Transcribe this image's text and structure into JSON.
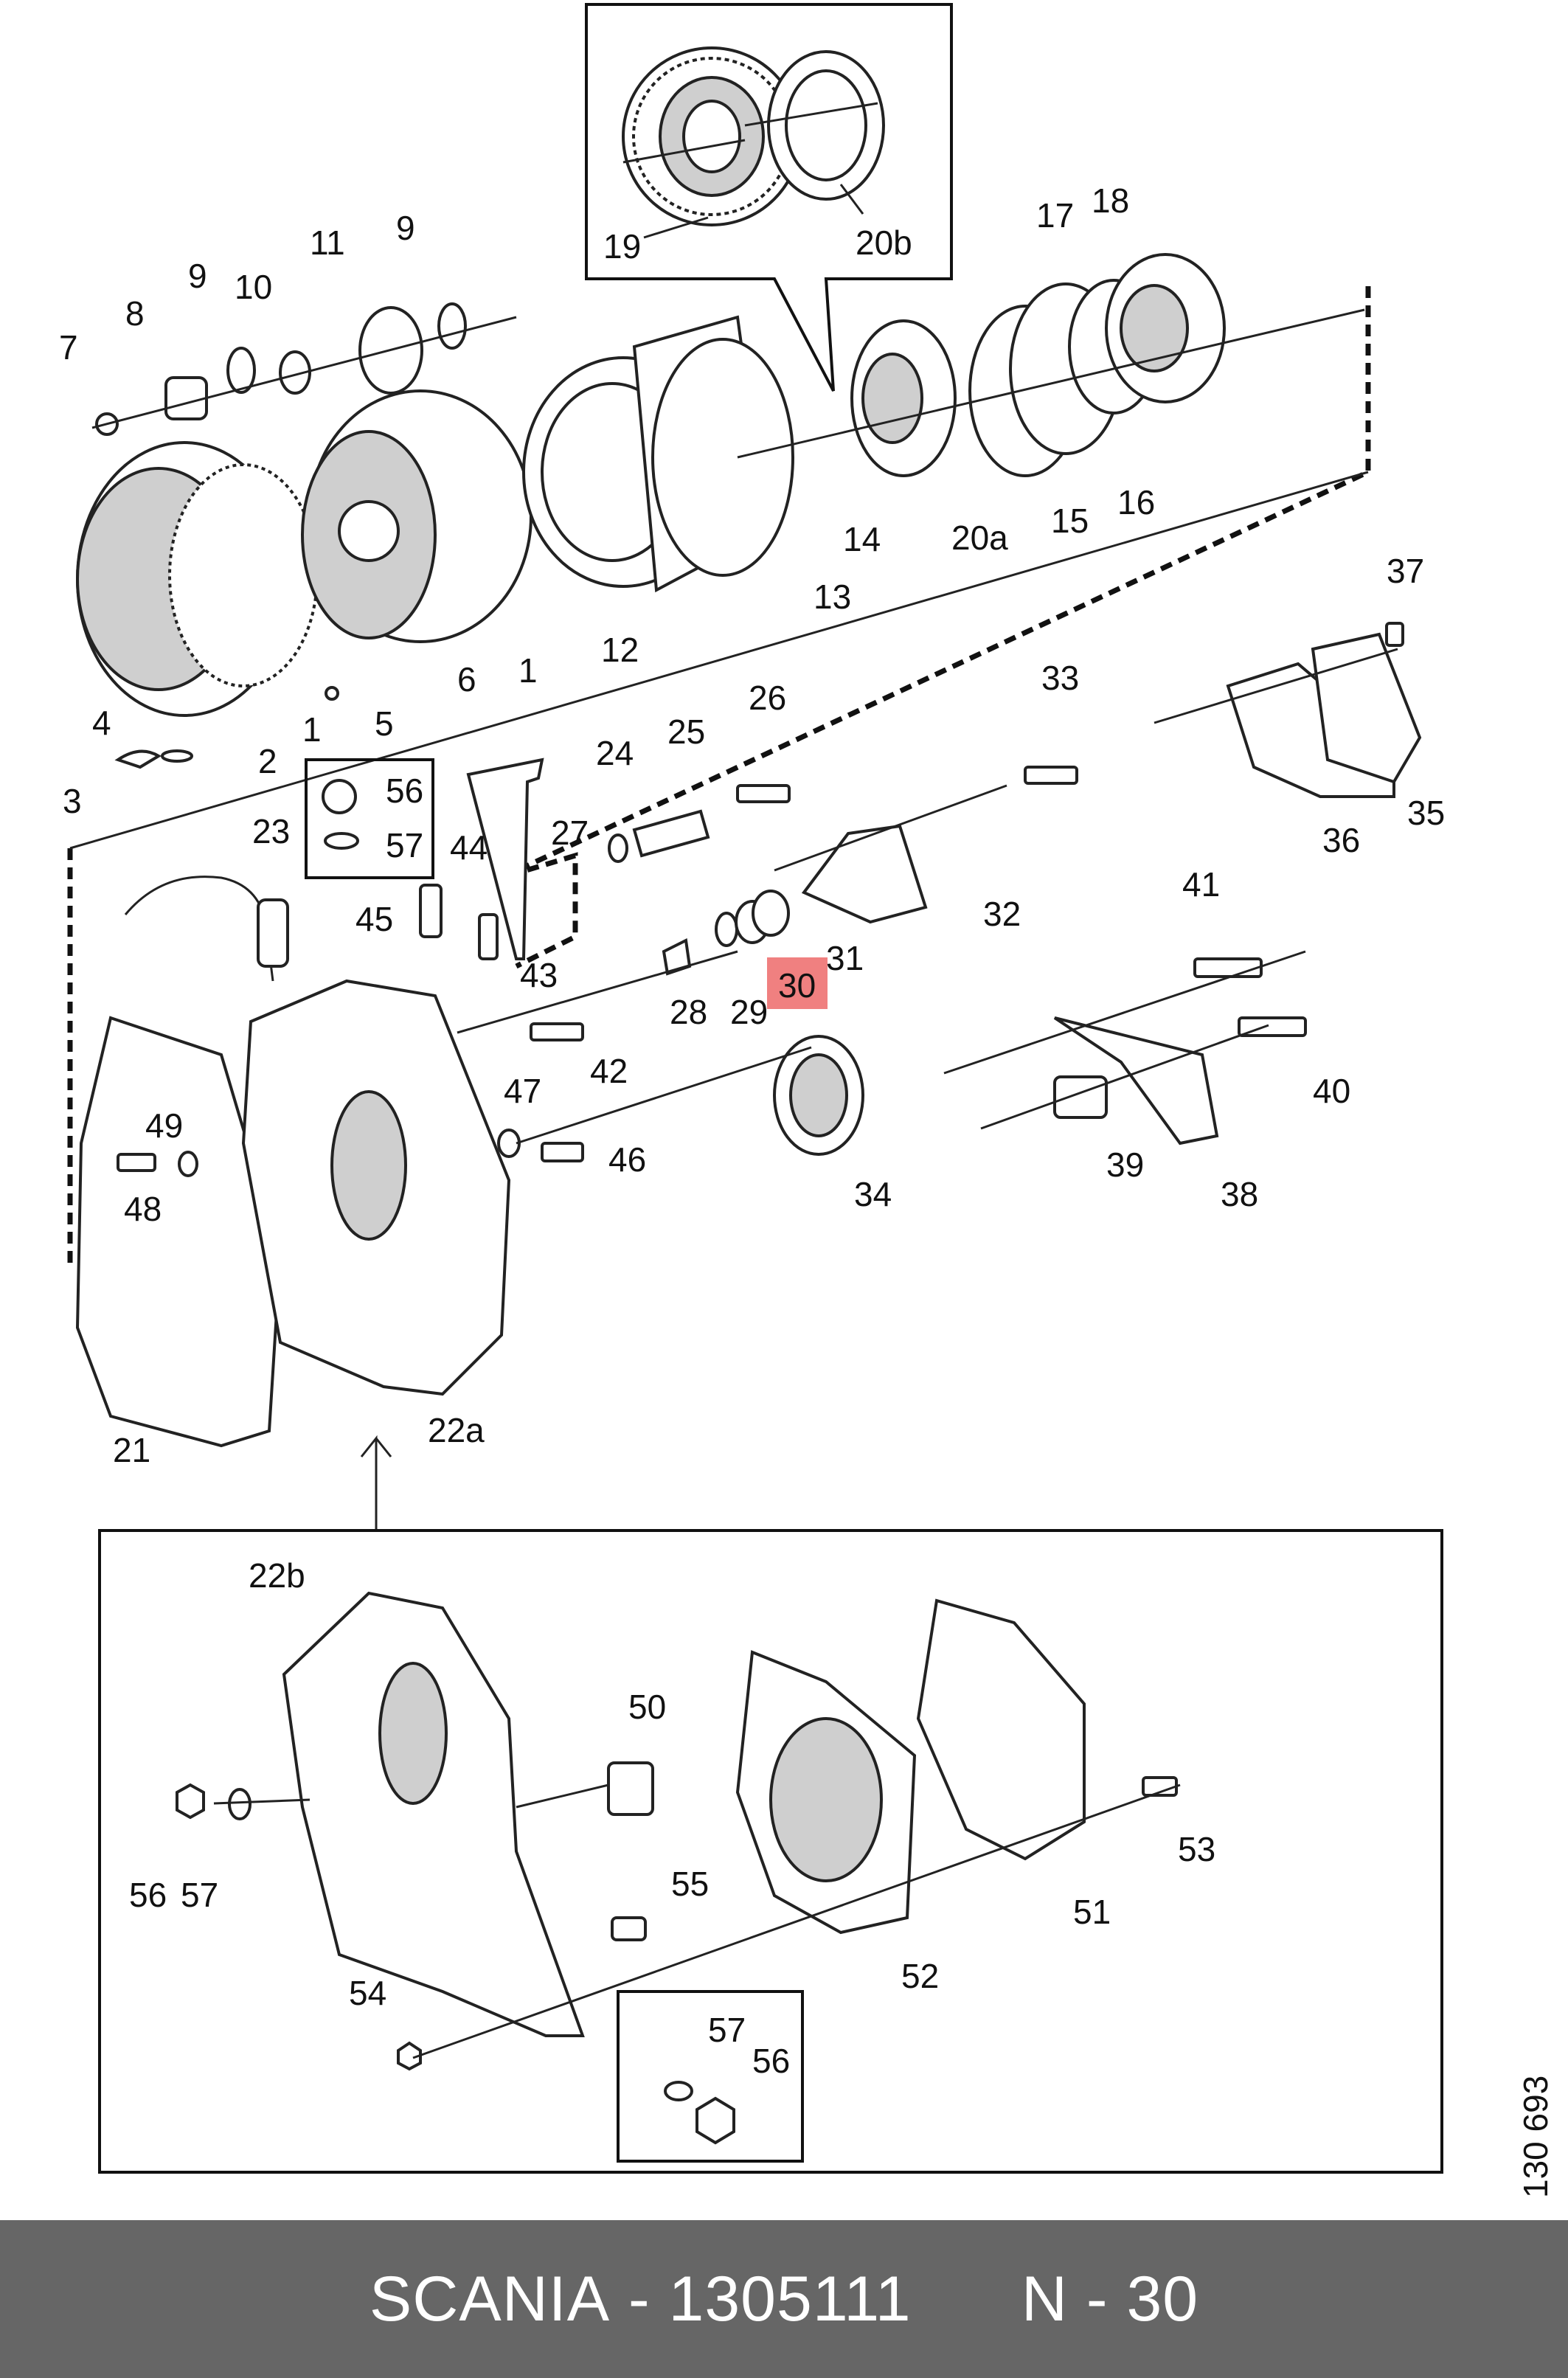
{
  "footer": {
    "brand": "SCANIA",
    "separator1": " - ",
    "part_number": "1305111",
    "gap": "      ",
    "position": "N - 30"
  },
  "side_code": "130 693",
  "highlight_color": "#f08080",
  "labels": {
    "l1a": "1",
    "l1b": "1",
    "l2": "2",
    "l3": "3",
    "l4": "4",
    "l5": "5",
    "l6": "6",
    "l7": "7",
    "l8": "8",
    "l9a": "9",
    "l9b": "9",
    "l10": "10",
    "l11": "11",
    "l12": "12",
    "l13": "13",
    "l14": "14",
    "l15": "15",
    "l16": "16",
    "l17": "17",
    "l18": "18",
    "l19": "19",
    "l20a": "20a",
    "l20b": "20b",
    "l21": "21",
    "l22a": "22a",
    "l22b": "22b",
    "l23": "23",
    "l24": "24",
    "l25": "25",
    "l26": "26",
    "l27": "27",
    "l28": "28",
    "l29": "29",
    "l30": "30",
    "l31": "31",
    "l32": "32",
    "l33": "33",
    "l34": "34",
    "l35": "35",
    "l36": "36",
    "l37": "37",
    "l38": "38",
    "l39": "39",
    "l40": "40",
    "l41": "41",
    "l42": "42",
    "l43": "43",
    "l44": "44",
    "l45": "45",
    "l46": "46",
    "l47": "47",
    "l48": "48",
    "l49": "49",
    "l50": "50",
    "l51": "51",
    "l52": "52",
    "l53": "53",
    "l54": "54",
    "l55": "55",
    "l56a": "56",
    "l56b": "56",
    "l56c": "56",
    "l57a": "57",
    "l57b": "57",
    "l57c": "57"
  }
}
